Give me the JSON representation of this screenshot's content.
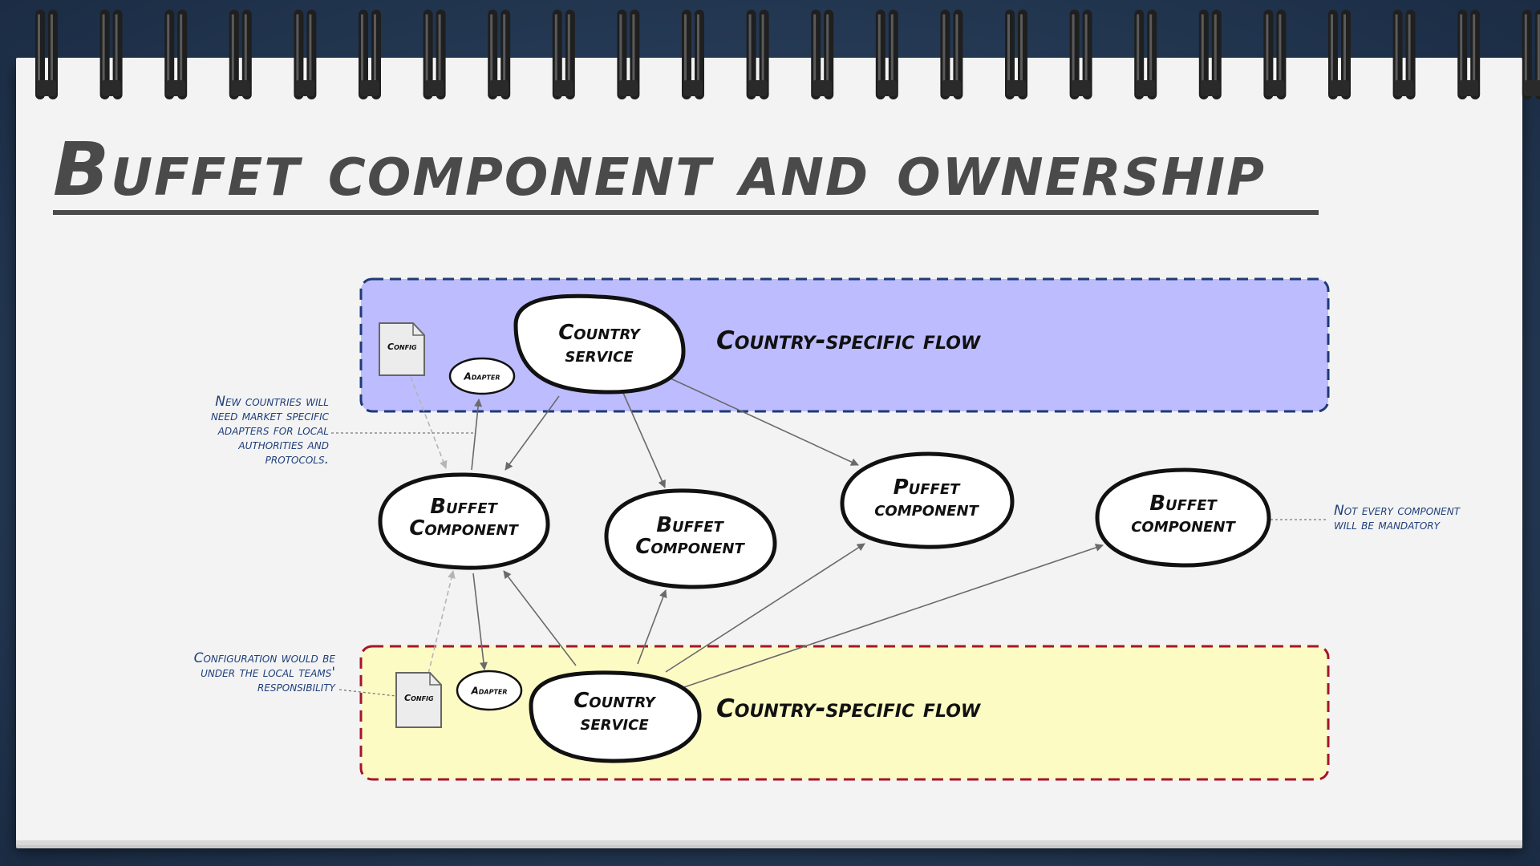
{
  "title": "Buffet component and ownership",
  "colors": {
    "top_region_fill": "#bdbcff",
    "top_region_border": "#1e3a78",
    "bottom_region_fill": "#fdfbc4",
    "bottom_region_border": "#a4162a",
    "note_text": "#1f3f7a",
    "title_text": "#4a4a4a"
  },
  "regions": {
    "top": {
      "label": "Country-specific flow"
    },
    "bottom": {
      "label": "Country-specific flow"
    }
  },
  "nodes": {
    "top_country_service": {
      "line1": "Country",
      "line2": "service"
    },
    "top_adapter": {
      "label": "Adapter"
    },
    "top_config": {
      "label": "Config"
    },
    "buffet_1": {
      "line1": "Buffet",
      "line2": "Component"
    },
    "buffet_2": {
      "line1": "Buffet",
      "line2": "Component"
    },
    "puffet": {
      "line1": "Puffet",
      "line2": "component"
    },
    "buffet_3": {
      "line1": "Buffet",
      "line2": "component"
    },
    "bottom_country_service": {
      "line1": "Country",
      "line2": "service"
    },
    "bottom_adapter": {
      "label": "Adapter"
    },
    "bottom_config": {
      "label": "Config"
    }
  },
  "notes": {
    "new_countries": [
      "New countries will",
      "need market specific",
      "adapters for local",
      "authorities and",
      "protocols."
    ],
    "configuration": [
      "Configuration would be",
      "under the local teams'",
      "responsibility"
    ],
    "not_every": [
      "Not every component",
      "will be mandatory"
    ]
  }
}
